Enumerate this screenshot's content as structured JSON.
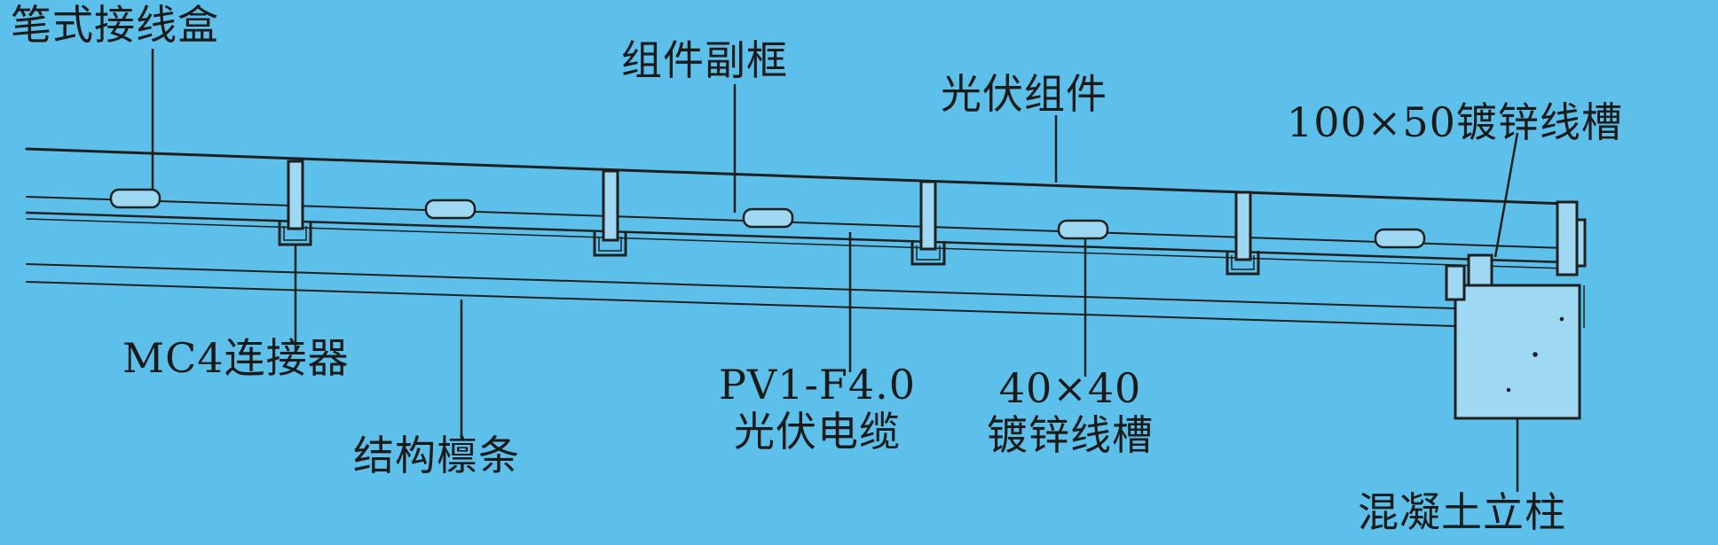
{
  "diagram": {
    "labels": {
      "junction_box": "笔式接线盒",
      "module_subframe": "组件副框",
      "pv_module": "光伏组件",
      "big_trough": "100×50镀锌线槽",
      "mc4": "MC4连接器",
      "purlin": "结构檩条",
      "cable_line1": "PV1-F4.0",
      "cable_line2": "光伏电缆",
      "small_trough_line1": "40×40",
      "small_trough_line2": "镀锌线槽",
      "column": "混凝土立柱"
    },
    "colors": {
      "background": "#5cc0ea",
      "line": "#1f1f1f",
      "fill": "#9ed8f2"
    }
  }
}
